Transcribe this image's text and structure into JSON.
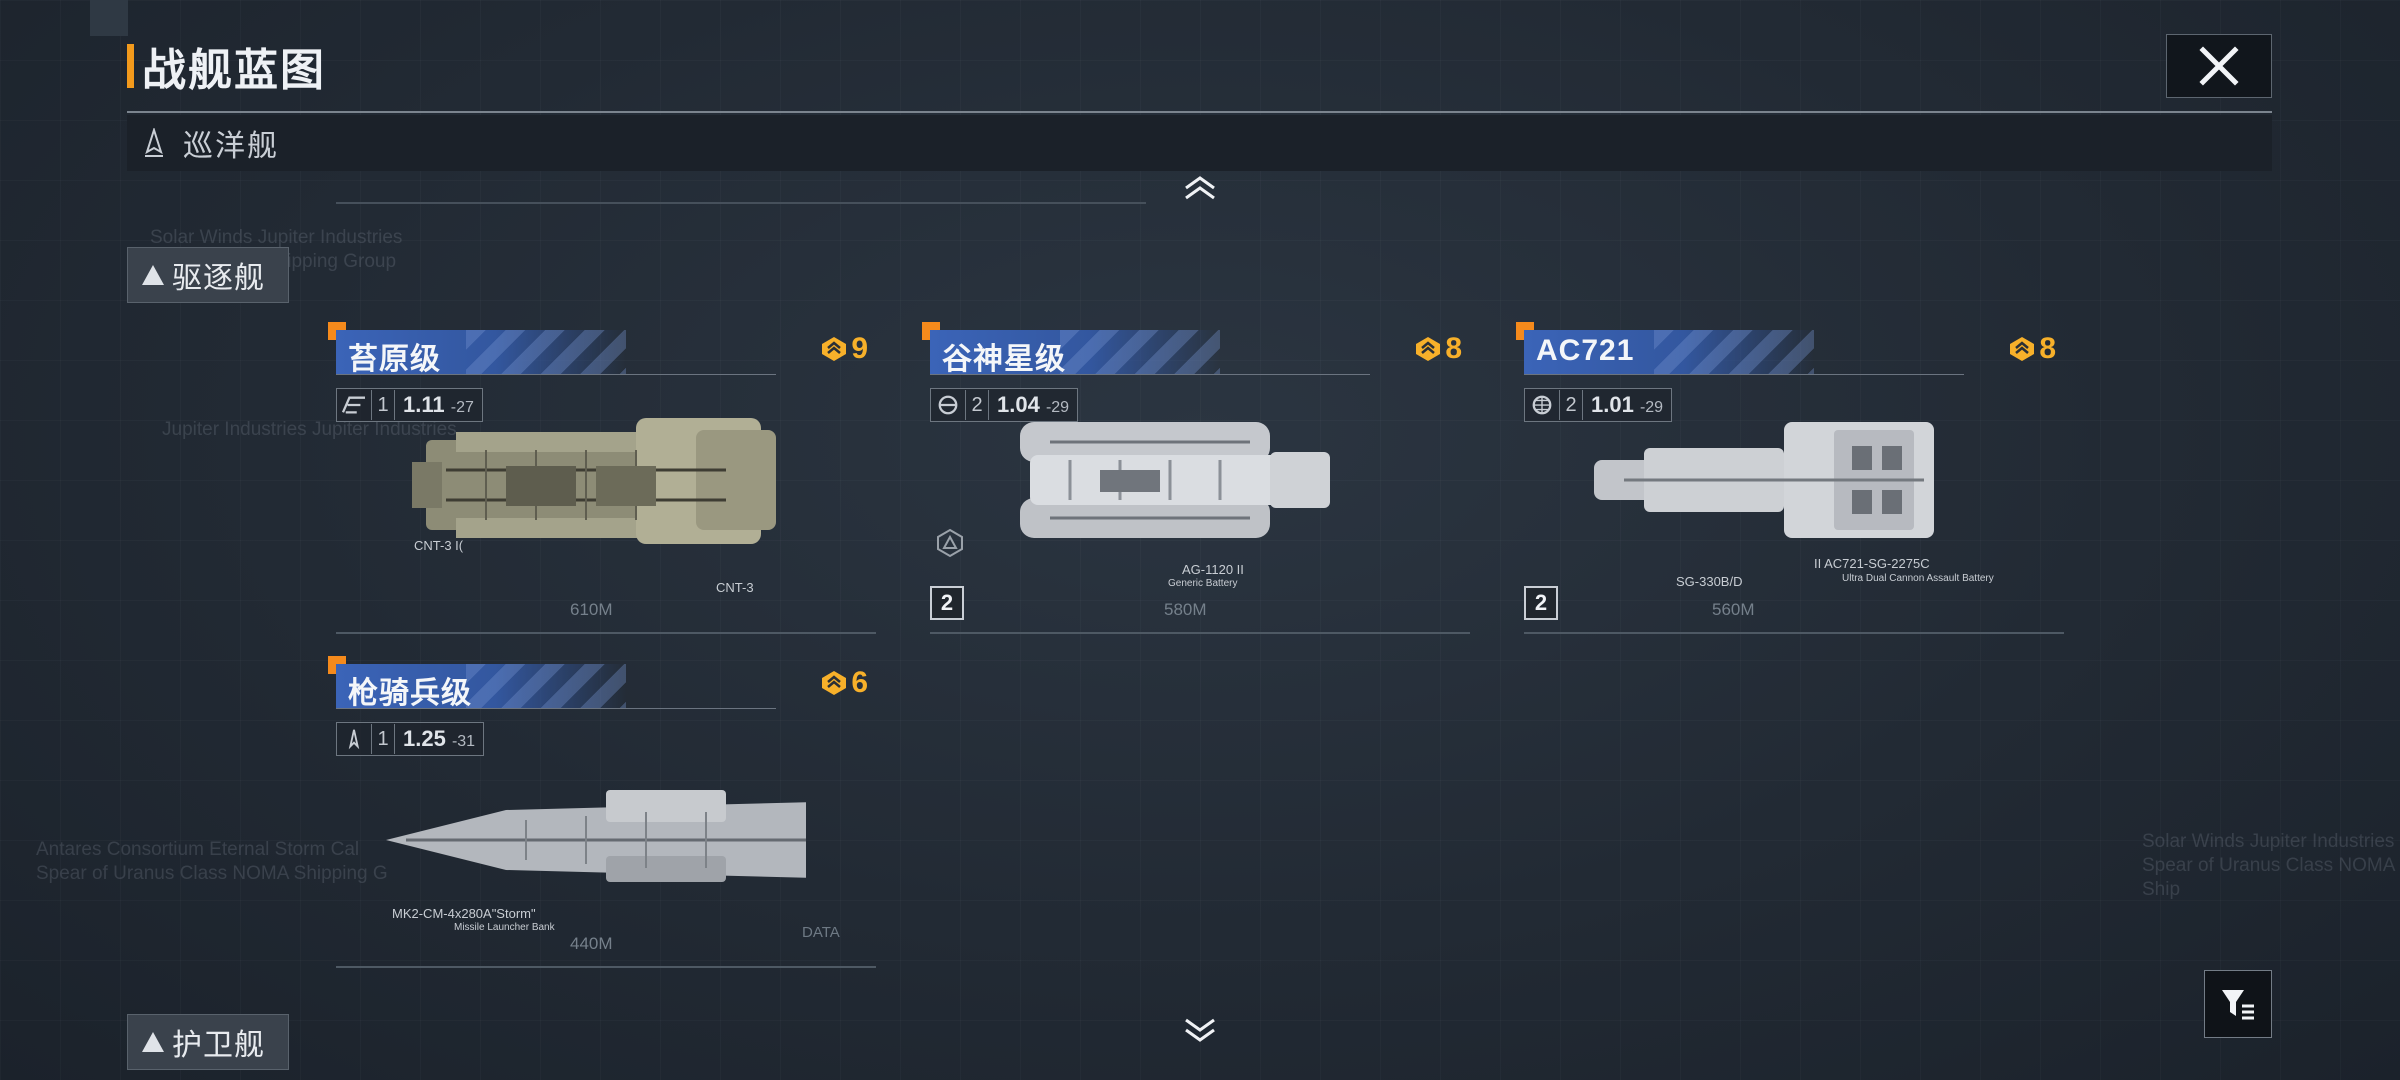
{
  "header": {
    "title": "战舰蓝图"
  },
  "category": {
    "label": "巡洋舰"
  },
  "tabs": {
    "destroyer": "驱逐舰",
    "frigate": "护卫舰"
  },
  "ships": [
    {
      "name": "苔原级",
      "cost": "9",
      "tier": "1",
      "version": "1.11",
      "version_sub": "-27",
      "length": "610M",
      "weapons": [
        "CNT-3 I(",
        "CNT-3"
      ]
    },
    {
      "name": "谷神星级",
      "cost": "8",
      "tier": "2",
      "version": "1.04",
      "version_sub": "-29",
      "length": "580M",
      "slots": "2",
      "weapons": [
        "AG-1120 II",
        "Generic Battery"
      ]
    },
    {
      "name": "AC721",
      "cost": "8",
      "tier": "2",
      "version": "1.01",
      "version_sub": "-29",
      "length": "560M",
      "slots": "2",
      "weapons": [
        "SG-330B/D",
        "II AC721-SG-2275C",
        "Ultra Dual Cannon Assault Battery"
      ]
    },
    {
      "name": "枪骑兵级",
      "cost": "6",
      "tier": "1",
      "version": "1.25",
      "version_sub": "-31",
      "length": "440M",
      "weapons": [
        "MK2-CM-4x280A\"Storm\"",
        "Missile Launcher Bank",
        "DATA"
      ]
    }
  ],
  "background_text": {
    "left_a": "Antares Consortium Eternal Storm Cal",
    "left_b": "Spear of Uranus Class NOMA Shipping G",
    "right_a": "Solar Winds Jupiter Industries",
    "right_b": "Spear of Uranus Class NOMA Ship",
    "top_a": "Solar Winds Jupiter Industries",
    "top_b": "Class NOMA Shipping Group",
    "mid": "Jupiter Industries  Jupiter Industries"
  },
  "icons": {
    "close": "close-icon",
    "filter": "filter-icon",
    "chevron_up": "chevron-up-icon",
    "chevron_down": "chevron-down-icon",
    "cost": "command-point-icon"
  },
  "colors": {
    "accent": "#f39a1c",
    "banner": "#3b64b8",
    "cost": "#f7b02a",
    "marker": "#f58a1c"
  }
}
